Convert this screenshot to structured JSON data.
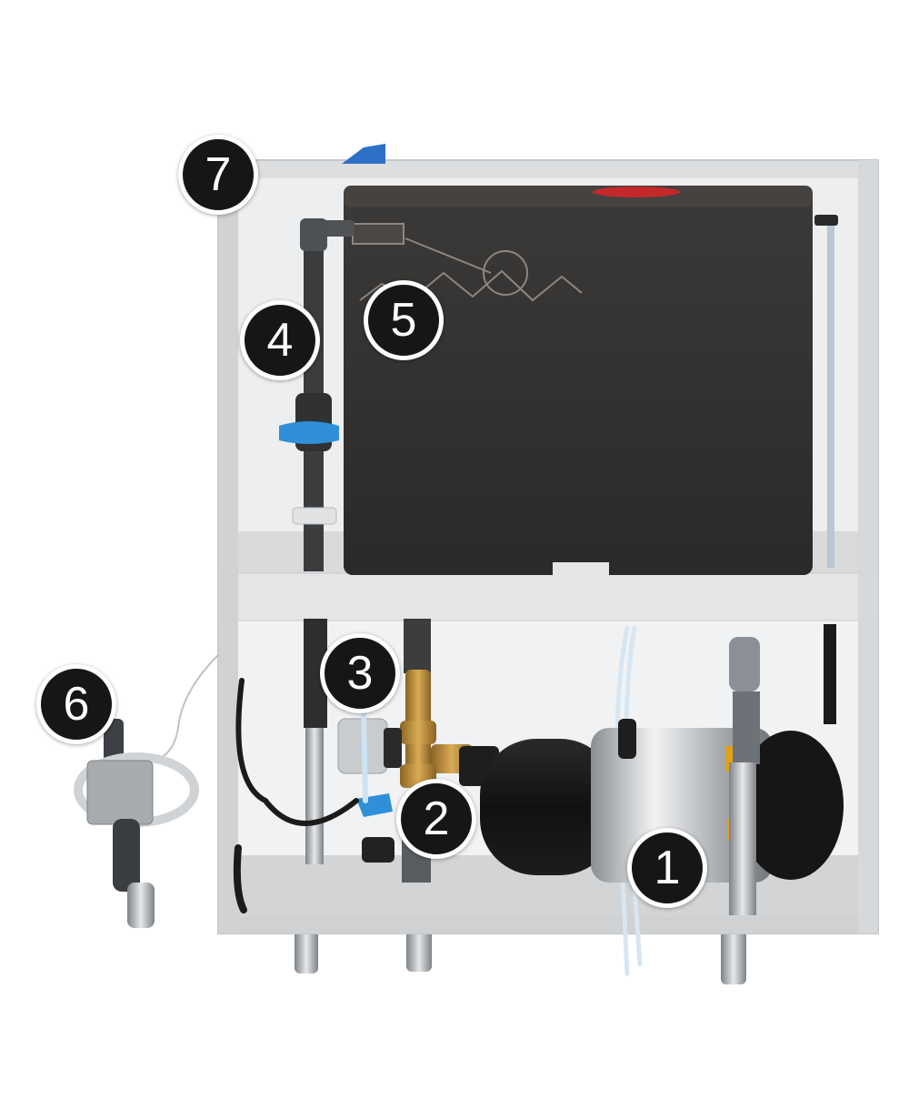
{
  "callouts": [
    {
      "id": "1",
      "label": "1"
    },
    {
      "id": "2",
      "label": "2"
    },
    {
      "id": "3",
      "label": "3"
    },
    {
      "id": "4",
      "label": "4"
    },
    {
      "id": "5",
      "label": "5"
    },
    {
      "id": "6",
      "label": "6"
    },
    {
      "id": "7",
      "label": "7"
    }
  ],
  "colors": {
    "cabinet": "#e9eaeb",
    "tank": "#34312f",
    "valve_blue": "#2f8fd8",
    "brass": "#b68a3a",
    "badge": "#161616",
    "tank_indicator": "#c3292a"
  },
  "icons": [
    "float-valve-sketch-icon"
  ]
}
